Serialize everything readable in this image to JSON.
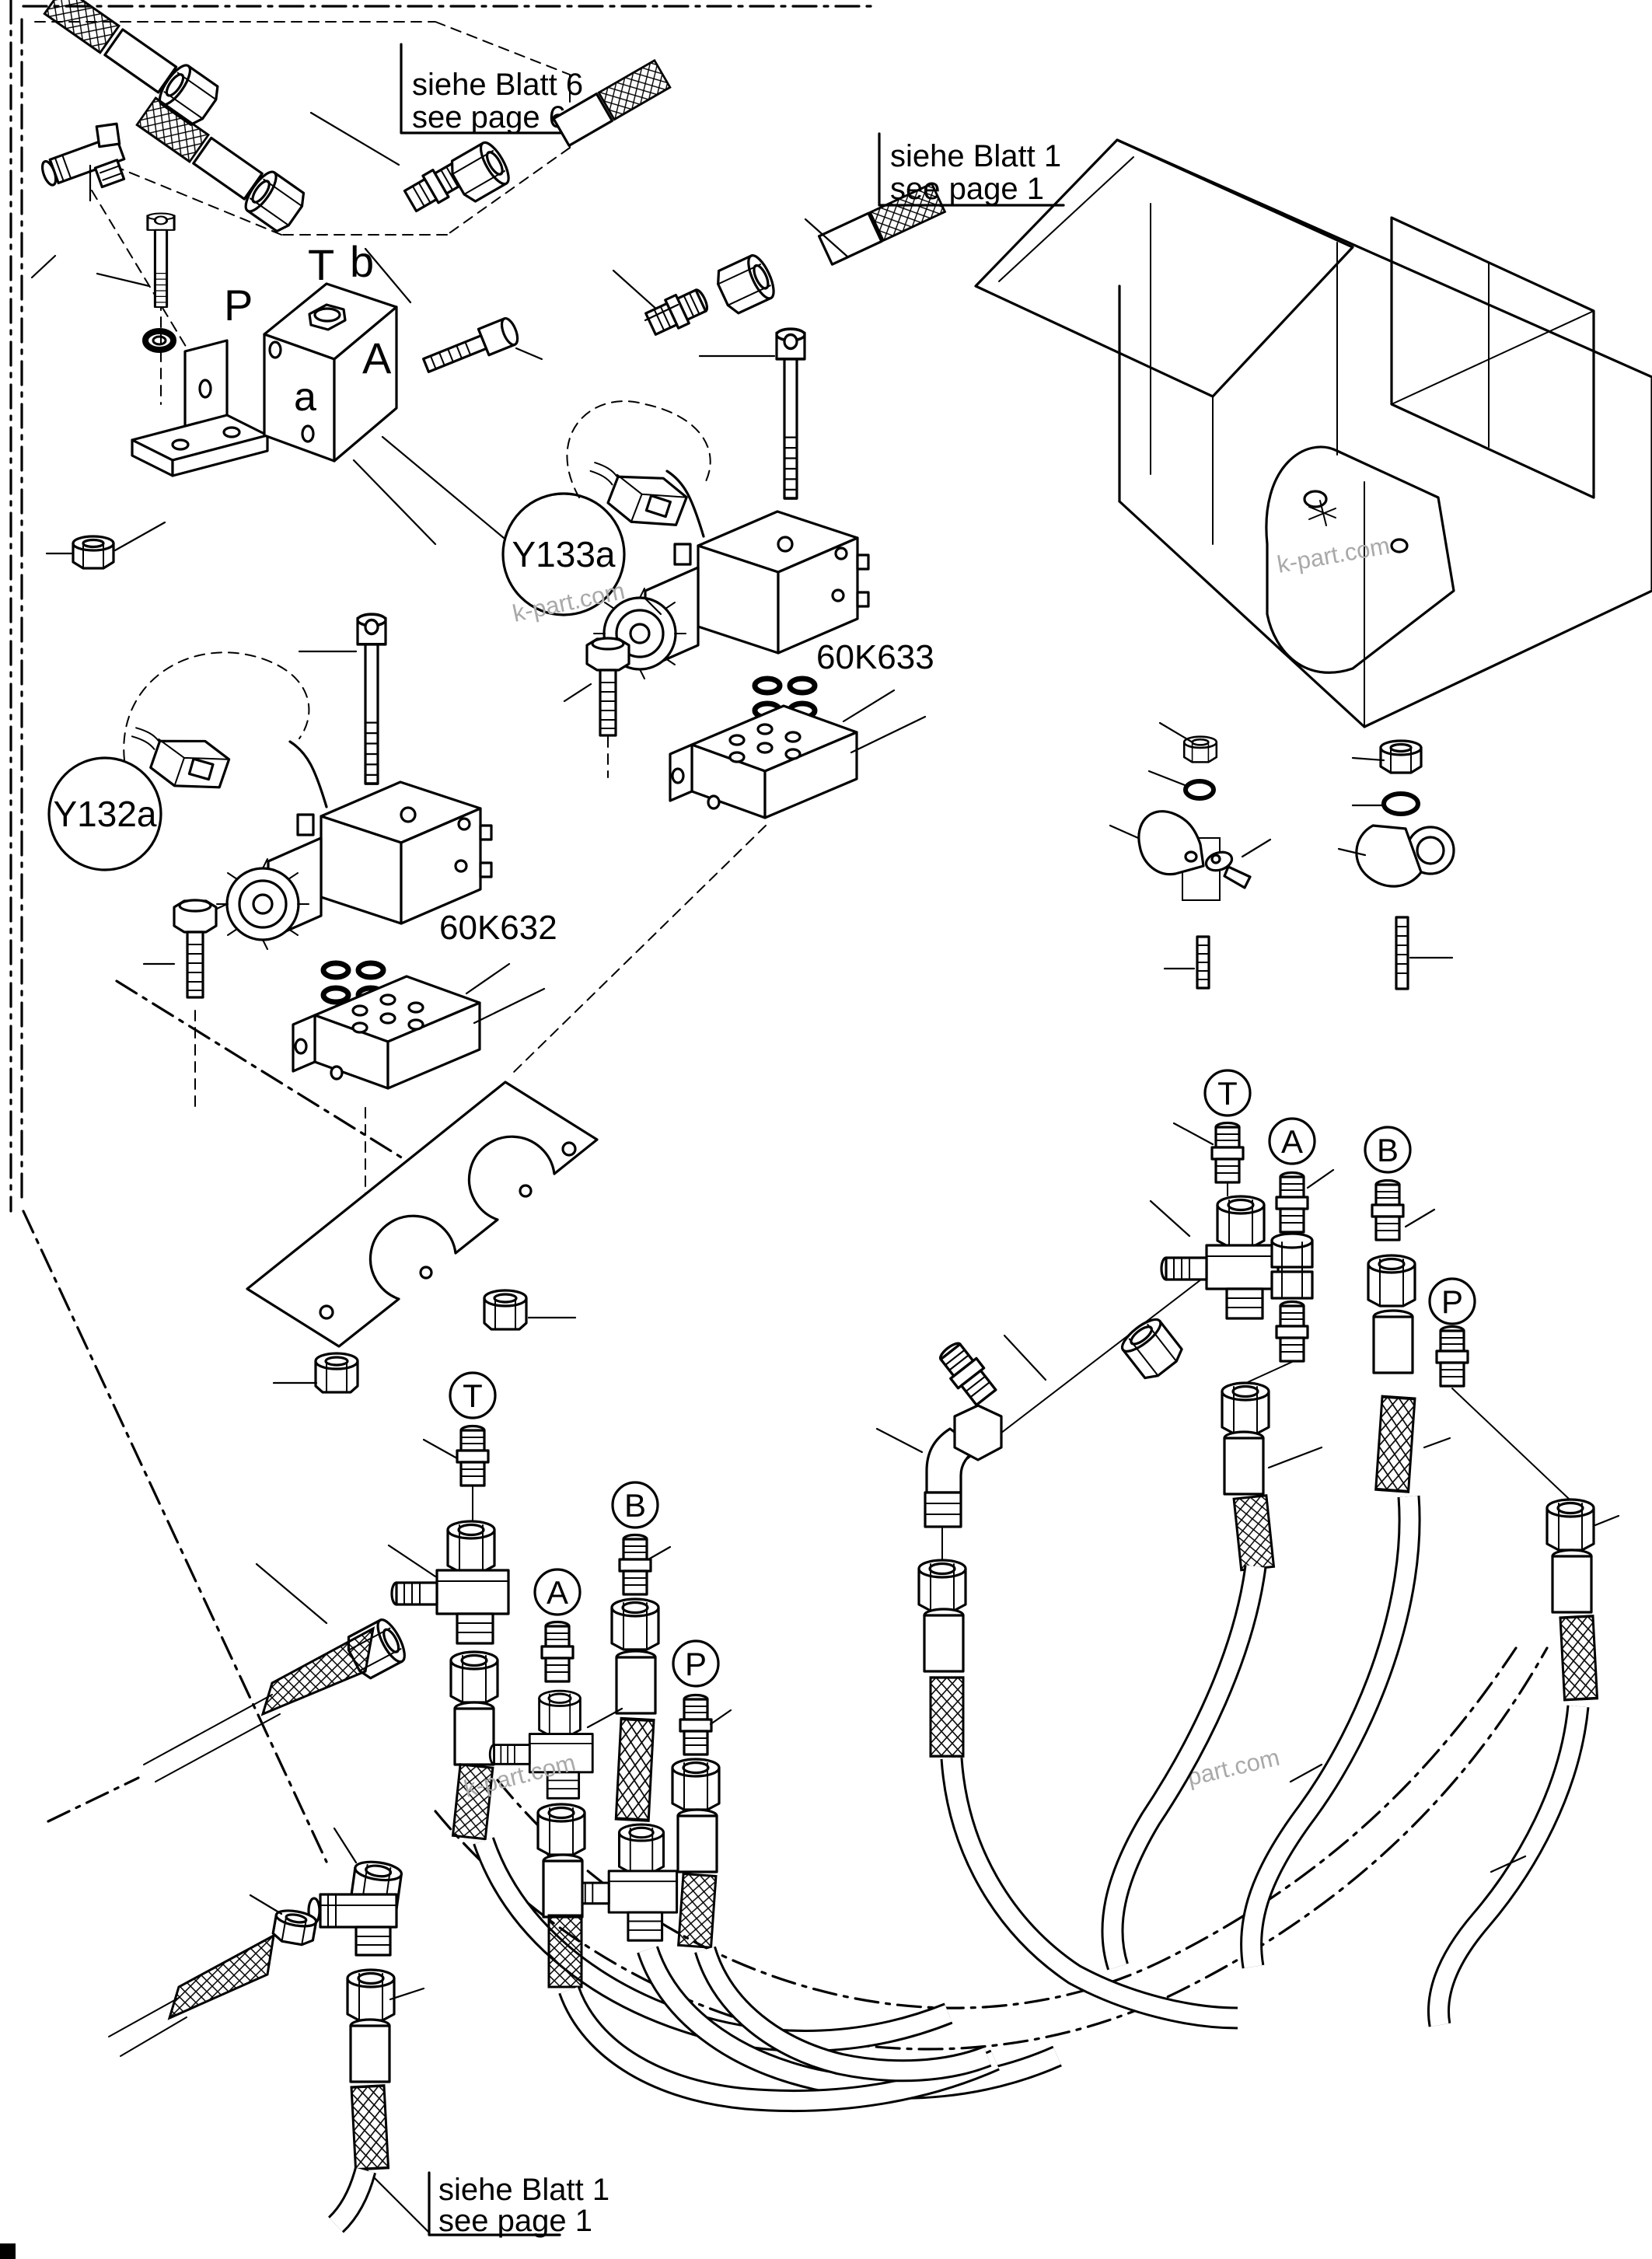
{
  "refs": {
    "blatt6": {
      "line1": "siehe Blatt 6",
      "line2": "see page 6"
    },
    "blatt1_top": {
      "line1": "siehe Blatt 1",
      "line2": "see page 1"
    },
    "blatt1_bottom": {
      "line1": "siehe Blatt 1",
      "line2": "see page 1"
    }
  },
  "valve_block": {
    "port_p": "P",
    "port_t": "T",
    "port_b": "b",
    "port_a_upper": "A",
    "port_a_lower": "a"
  },
  "solenoids": {
    "y133a": {
      "id": "Y133a",
      "part_no": "60K633"
    },
    "y132a": {
      "id": "Y132a",
      "part_no": "60K632"
    }
  },
  "port_circles": {
    "right_group": [
      "T",
      "A",
      "B",
      "P"
    ],
    "left_group": [
      "T",
      "B",
      "A",
      "P"
    ]
  },
  "watermark": {
    "text": "k-part.com",
    "color": "#a9a9a9"
  },
  "colors": {
    "line": "#000000",
    "background": "#ffffff"
  }
}
